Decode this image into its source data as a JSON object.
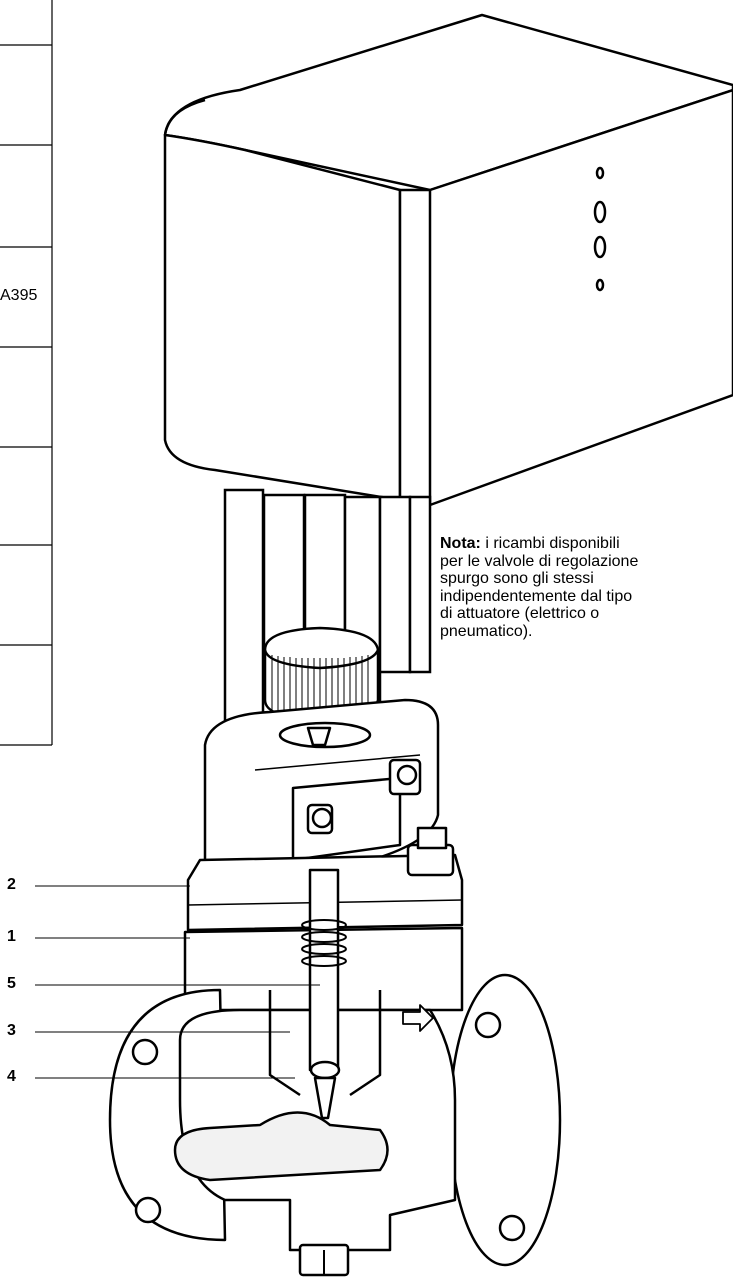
{
  "table": {
    "rows": 8,
    "fragment_label": "A395"
  },
  "note": {
    "heading": "Nota:",
    "lines": [
      "i ricambi disponibili",
      "per le valvole di regolazione",
      "spurgo sono gli stessi",
      "indipendentemente dal tipo",
      "di attuatore (elettrico o",
      "pneumatico)."
    ]
  },
  "callouts": [
    "2",
    "1",
    "5",
    "3",
    "4"
  ],
  "actuator": {
    "indicator_count": 4
  },
  "colors": {
    "line": "#000000",
    "fill": "#ffffff",
    "shade": "#f2f2f2"
  }
}
